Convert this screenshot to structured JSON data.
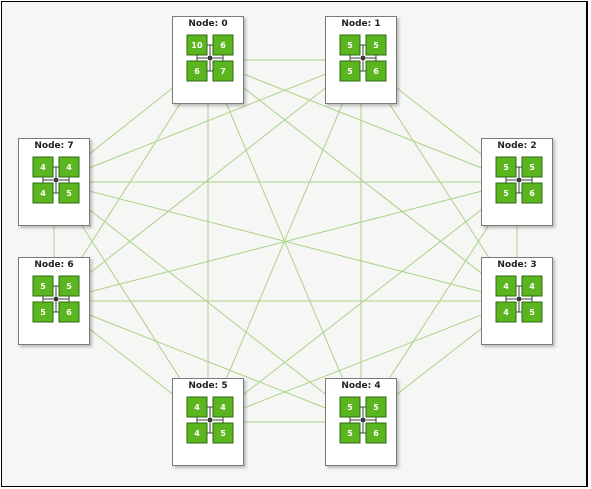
{
  "colors": {
    "link": "#a9d38a",
    "cell_fill": "#5bb51e",
    "cell_border": "#2e6b10",
    "connector": "#3c3c3c"
  },
  "nodes": [
    {
      "label": "Node: 0",
      "cells": [
        "10",
        "6",
        "6",
        "7"
      ]
    },
    {
      "label": "Node: 1",
      "cells": [
        "5",
        "5",
        "5",
        "6"
      ]
    },
    {
      "label": "Node: 2",
      "cells": [
        "5",
        "5",
        "5",
        "6"
      ]
    },
    {
      "label": "Node: 3",
      "cells": [
        "4",
        "4",
        "4",
        "5"
      ]
    },
    {
      "label": "Node: 4",
      "cells": [
        "5",
        "5",
        "5",
        "6"
      ]
    },
    {
      "label": "Node: 5",
      "cells": [
        "4",
        "4",
        "4",
        "5"
      ]
    },
    {
      "label": "Node: 6",
      "cells": [
        "5",
        "5",
        "5",
        "6"
      ]
    },
    {
      "label": "Node: 7",
      "cells": [
        "4",
        "4",
        "4",
        "5"
      ]
    }
  ],
  "links": [
    [
      0,
      1
    ],
    [
      0,
      2
    ],
    [
      0,
      3
    ],
    [
      0,
      4
    ],
    [
      0,
      5
    ],
    [
      0,
      6
    ],
    [
      0,
      7
    ],
    [
      1,
      2
    ],
    [
      1,
      3
    ],
    [
      1,
      4
    ],
    [
      1,
      5
    ],
    [
      1,
      6
    ],
    [
      1,
      7
    ],
    [
      2,
      3
    ],
    [
      2,
      4
    ],
    [
      2,
      5
    ],
    [
      2,
      6
    ],
    [
      2,
      7
    ],
    [
      3,
      4
    ],
    [
      3,
      5
    ],
    [
      3,
      6
    ],
    [
      3,
      7
    ],
    [
      4,
      5
    ],
    [
      4,
      6
    ],
    [
      4,
      7
    ],
    [
      5,
      6
    ],
    [
      5,
      7
    ],
    [
      6,
      7
    ]
  ]
}
